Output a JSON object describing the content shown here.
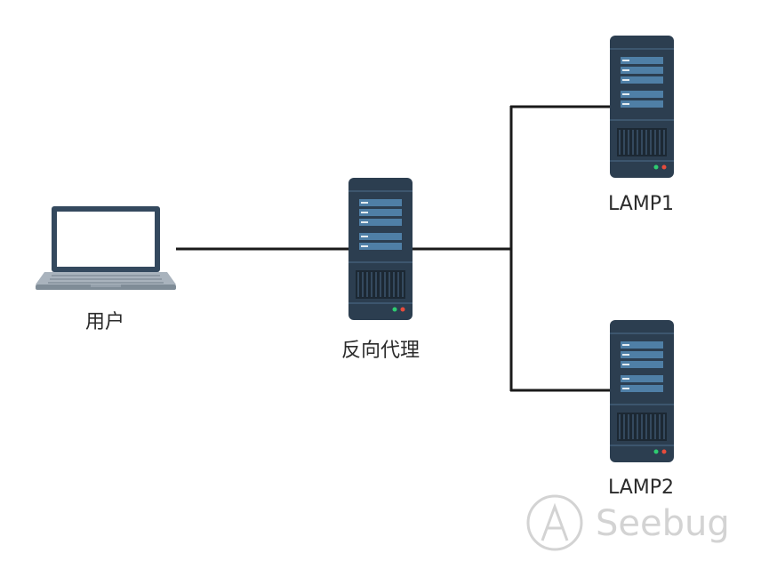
{
  "nodes": {
    "user": {
      "label": "用户",
      "icon": "laptop-icon"
    },
    "proxy": {
      "label": "反向代理",
      "icon": "server-icon"
    },
    "lamp1": {
      "label": "LAMP1",
      "icon": "server-icon"
    },
    "lamp2": {
      "label": "LAMP2",
      "icon": "server-icon"
    }
  },
  "watermark": {
    "text": "Seebug",
    "icon": "seebug-logo-icon"
  },
  "colors": {
    "line": "#1a1a1a",
    "server_body": "#2c3e50",
    "server_slot": "#4f7fa6",
    "laptop_frame": "#34495e",
    "laptop_base": "#a9b3bd",
    "led_green": "#2ecc71",
    "led_red": "#e74c3c",
    "watermark": "#d3d3d3"
  }
}
